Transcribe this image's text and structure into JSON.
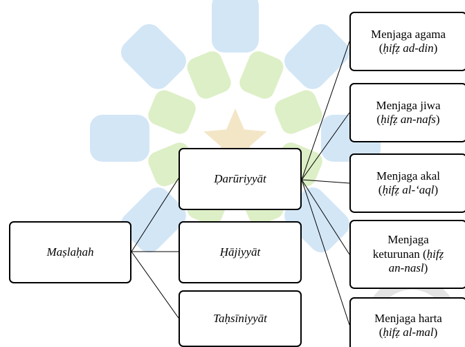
{
  "diagram": {
    "root": {
      "label": "Maṣlaḥah"
    },
    "levels": [
      {
        "label": "Ḍarūriyyāt"
      },
      {
        "label": "Ḥājiyyāt"
      },
      {
        "label": "Taḥsīniyyāt"
      }
    ],
    "daruriyyat_children": [
      {
        "label": "Menjaga agama",
        "term": "ḥifẓ ad-din"
      },
      {
        "label": "Menjaga jiwa",
        "term": "ḥifẓ an-nafs"
      },
      {
        "label": "Menjaga akal",
        "term": "ḥifẓ al-‘aql"
      },
      {
        "label_line1": "Menjaga",
        "label_line2": "keturunan (",
        "term_part1": "ḥifẓ",
        "term_part2": "an-nasl"
      },
      {
        "label": "Menjaga harta",
        "term": "ḥifẓ al-mal"
      }
    ],
    "colors": {
      "border": "#000000",
      "watermark_blue": "#d3e6f6",
      "watermark_green": "#ddefc6",
      "watermark_star": "#f3e6c7",
      "watermark_gray": "#e3e3e3"
    }
  }
}
